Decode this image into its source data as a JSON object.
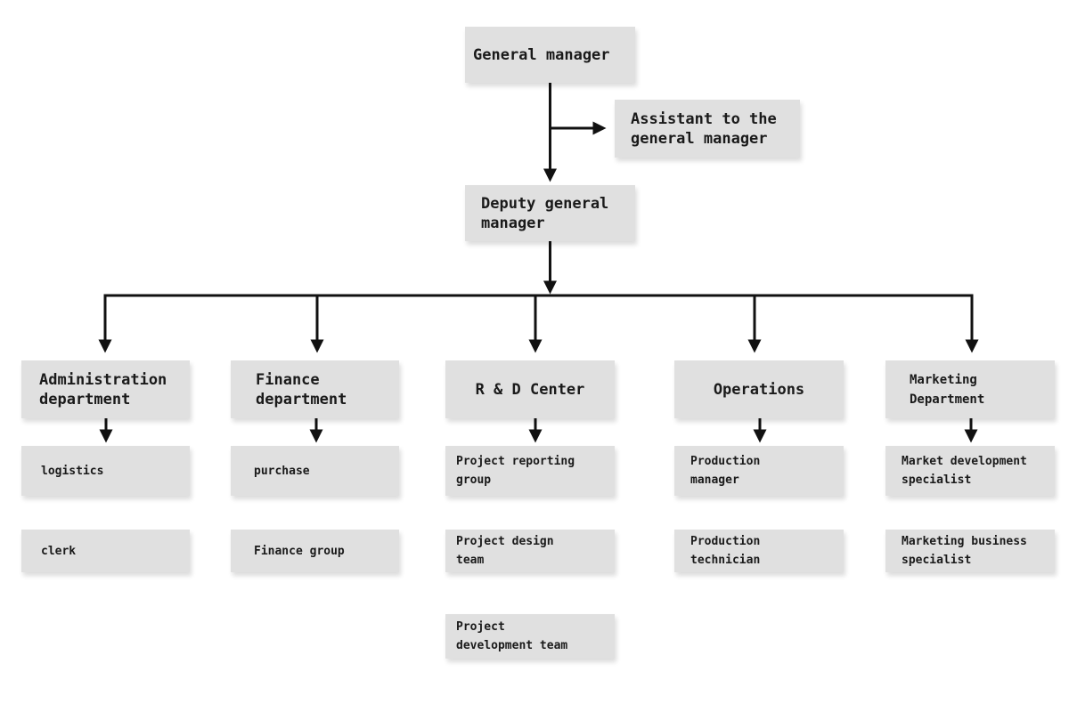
{
  "colors": {
    "box_fill": "#e0e0e0",
    "line": "#111111",
    "text": "#1a1a1a"
  },
  "org": {
    "root": {
      "label": "General manager"
    },
    "assistant": {
      "label": "Assistant to the\ngeneral manager"
    },
    "deputy": {
      "label": "Deputy general\nmanager"
    },
    "departments": [
      {
        "title": "Administration\ndepartment",
        "children": [
          "logistics",
          "clerk"
        ]
      },
      {
        "title": "Finance\ndepartment",
        "children": [
          "purchase",
          "Finance group"
        ]
      },
      {
        "title": "R & D Center",
        "children": [
          "Project reporting\ngroup",
          "Project design\nteam",
          "Project\ndevelopment team"
        ]
      },
      {
        "title": "Operations",
        "children": [
          "Production\nmanager",
          "Production\ntechnician"
        ]
      },
      {
        "title": "Marketing\nDepartment",
        "children": [
          "Market development\nspecialist",
          "Marketing business\nspecialist"
        ]
      }
    ]
  }
}
